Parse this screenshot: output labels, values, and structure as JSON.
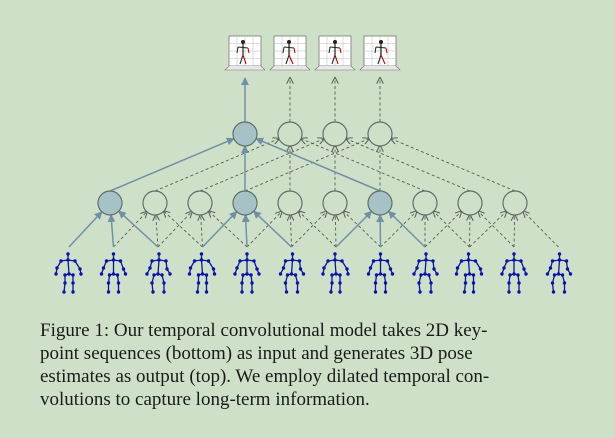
{
  "caption": {
    "lines": [
      "Figure 1: Our temporal convolutional model takes 2D key-",
      "point sequences (bottom) as input and generates 3D pose",
      "estimates as output (top). We employ dilated temporal con-",
      "volutions to capture long-term information."
    ]
  },
  "diagram": {
    "input_frames": 12,
    "hidden_layer_nodes": 10,
    "top_layer_nodes": 4,
    "output_poses": 4,
    "active_hidden_nodes": [
      0,
      3,
      6
    ],
    "active_top_nodes": [
      0
    ],
    "colors": {
      "background": "#cfe0c8",
      "active_node": "#a7c2c6",
      "inactive_node": "#cfe0c8",
      "node_stroke": "#5f6f6a",
      "active_edge": "#6f90a8",
      "inactive_edge": "#5a5a5a",
      "skeleton": "#0a14a8",
      "pose_line": "#b00000"
    }
  }
}
